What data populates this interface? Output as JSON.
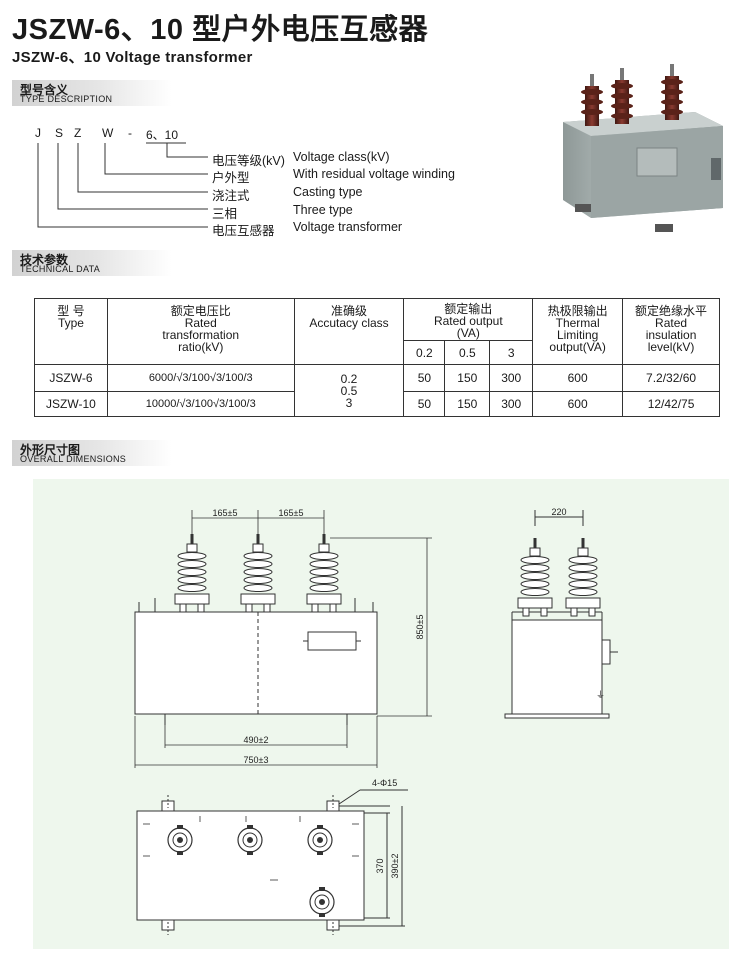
{
  "header": {
    "title": "JSZW-6、10 型户外电压互感器",
    "subtitle": "JSZW-6、10  Voltage transformer"
  },
  "type_description": {
    "heading_cn": "型号含义",
    "heading_en": "TYPE DESCRIPTION",
    "code_letters": [
      "J",
      "S",
      "Z",
      "W",
      "-",
      "6、10"
    ],
    "items": [
      {
        "cn": "电压等级(kV)",
        "en": "Voltage class(kV)"
      },
      {
        "cn": "户外型",
        "en": "With residual voltage winding"
      },
      {
        "cn": "浇注式",
        "en": "Casting type"
      },
      {
        "cn": "三相",
        "en": "Three type"
      },
      {
        "cn": "电压互感器",
        "en": "Voltage transformer"
      }
    ]
  },
  "technical_data": {
    "heading_cn": "技术参数",
    "heading_en": "TECHNICAL DATA",
    "headers": {
      "type": [
        "型  号",
        "Type"
      ],
      "ratio": [
        "额定电压比",
        "Rated",
        "transformation",
        "ratio(kV)"
      ],
      "accuracy": [
        "准确级",
        "Accutacy class"
      ],
      "output": [
        "额定输出",
        "Rated output",
        "(VA)"
      ],
      "output_sub": [
        "0.2",
        "0.5",
        "3"
      ],
      "thermal": [
        "热极限输出",
        "Thermal",
        "Limiting",
        "output(VA)"
      ],
      "insulation": [
        "额定绝缘水平",
        "Rated",
        "insulation",
        "level(kV)"
      ]
    },
    "accuracy_values": [
      "0.2",
      "0.5",
      "3"
    ],
    "rows": [
      {
        "type": "JSZW-6",
        "ratio": "6000/√3/100√3/100/3",
        "o02": "50",
        "o05": "150",
        "o3": "300",
        "thermal": "600",
        "insulation": "7.2/32/60"
      },
      {
        "type": "JSZW-10",
        "ratio": "10000/√3/100√3/100/3",
        "o02": "50",
        "o05": "150",
        "o3": "300",
        "thermal": "600",
        "insulation": "12/42/75"
      }
    ]
  },
  "dimensions": {
    "heading_cn": "外形尺寸图",
    "heading_en": "OVERALL DIMENSIONS",
    "labels": {
      "pitch_left": "165±5",
      "pitch_right": "165±5",
      "height": "850±5",
      "mount": "490±2",
      "width": "750±3",
      "side_pitch": "220",
      "holes": "4-Φ15",
      "depth_inner": "370",
      "depth_outer": "390±2"
    }
  },
  "colors": {
    "drawing_bg": "#eef7ed",
    "line": "#333333",
    "porcelain": "#6b2e26",
    "tank": "#a9b3b2"
  },
  "icons": [
    "product-photo",
    "terminal-symbol"
  ]
}
